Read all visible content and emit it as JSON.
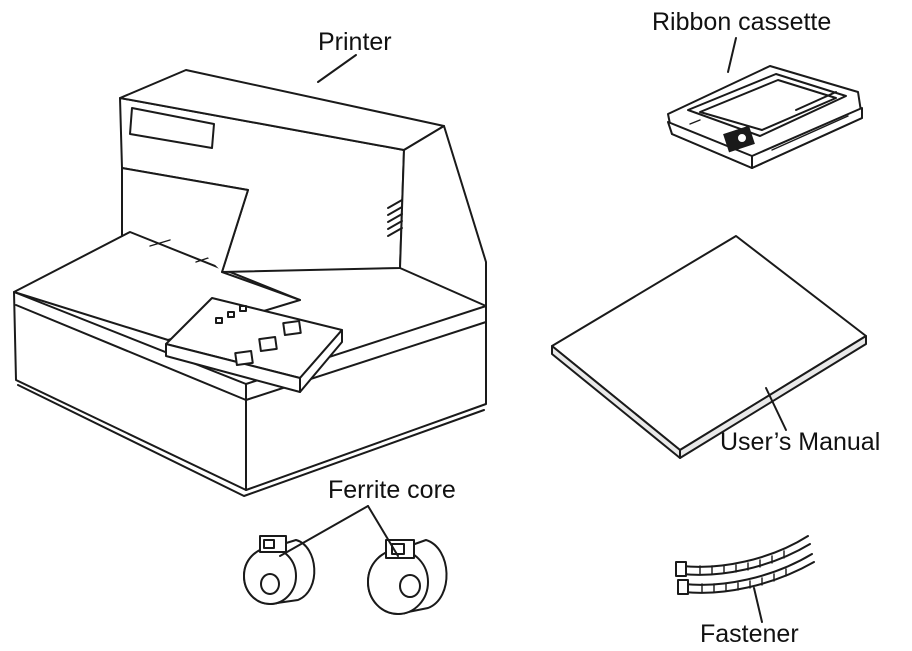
{
  "labels": {
    "printer": "Printer",
    "ribbon_cassette": "Ribbon cassette",
    "users_manual": "User’s Manual",
    "ferrite_core": "Ferrite core",
    "fastener": "Fastener"
  },
  "colors": {
    "line": "#1a1a1a",
    "background": "#ffffff"
  }
}
